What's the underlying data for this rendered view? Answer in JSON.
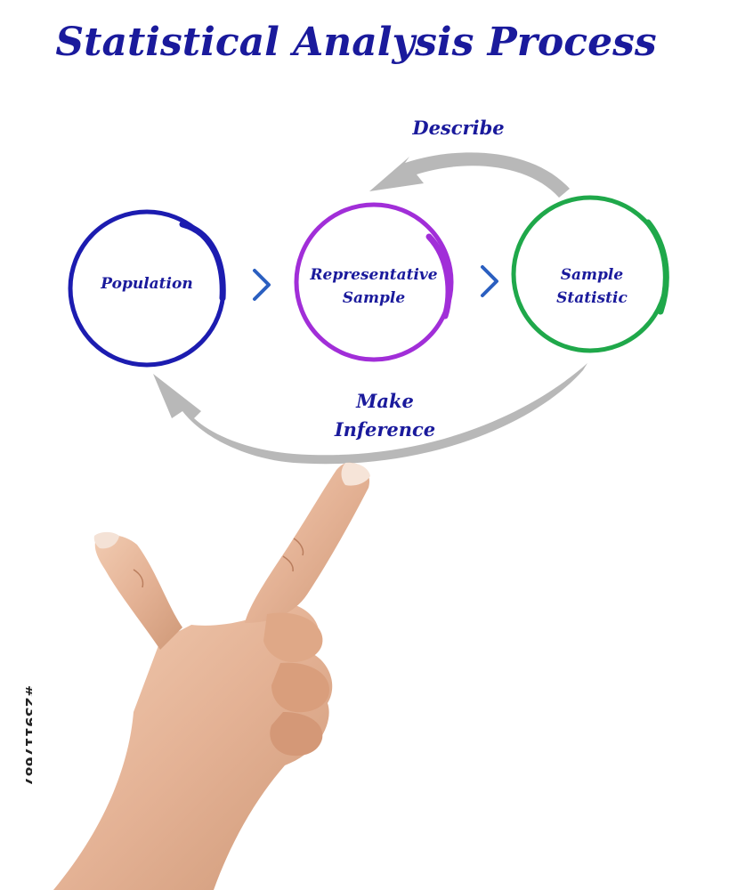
{
  "title": "Statistical Analysis Process",
  "nodes": [
    {
      "label_line1": "Population",
      "label_line2": "",
      "color": "#1c1cb0"
    },
    {
      "label_line1": "Representative",
      "label_line2": "Sample",
      "color": "#a12ed8"
    },
    {
      "label_line1": "Sample",
      "label_line2": "Statistic",
      "color": "#1fa84a"
    }
  ],
  "arrows": {
    "describe": "Describe",
    "inference_line1": "Make",
    "inference_line2": "Inference",
    "color": "#b8b8b8"
  },
  "watermark_id": "#239117687",
  "icons": [
    "chevron-right-icon",
    "chevron-right-icon",
    "pointing-hand"
  ]
}
